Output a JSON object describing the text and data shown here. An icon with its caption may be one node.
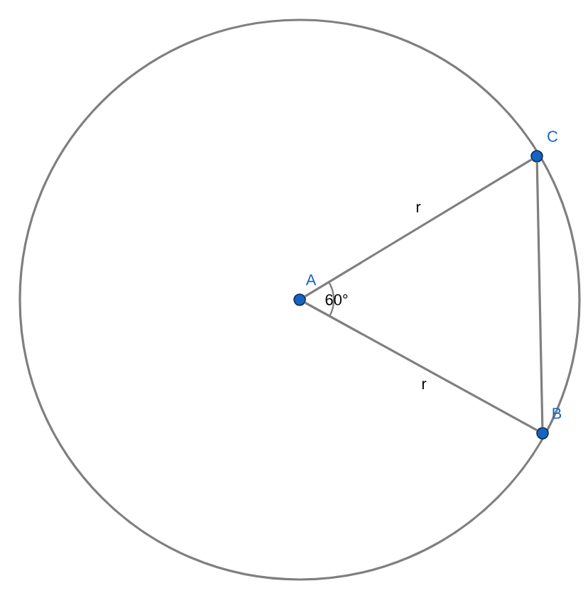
{
  "diagram": {
    "nodes": [
      {
        "text": [
          "A"
        ]
      },
      {
        "text": [
          "C"
        ]
      },
      {
        "text": [
          "B"
        ]
      }
    ],
    "edges": [
      {
        "from": 0,
        "to": 1,
        "arrow": "none",
        "label": "r"
      },
      {
        "from": 0,
        "to": 2,
        "arrow": "none",
        "label": "r"
      },
      {
        "from": 1,
        "to": 2,
        "arrow": "none"
      }
    ],
    "labels": [
      "60°"
    ]
  }
}
